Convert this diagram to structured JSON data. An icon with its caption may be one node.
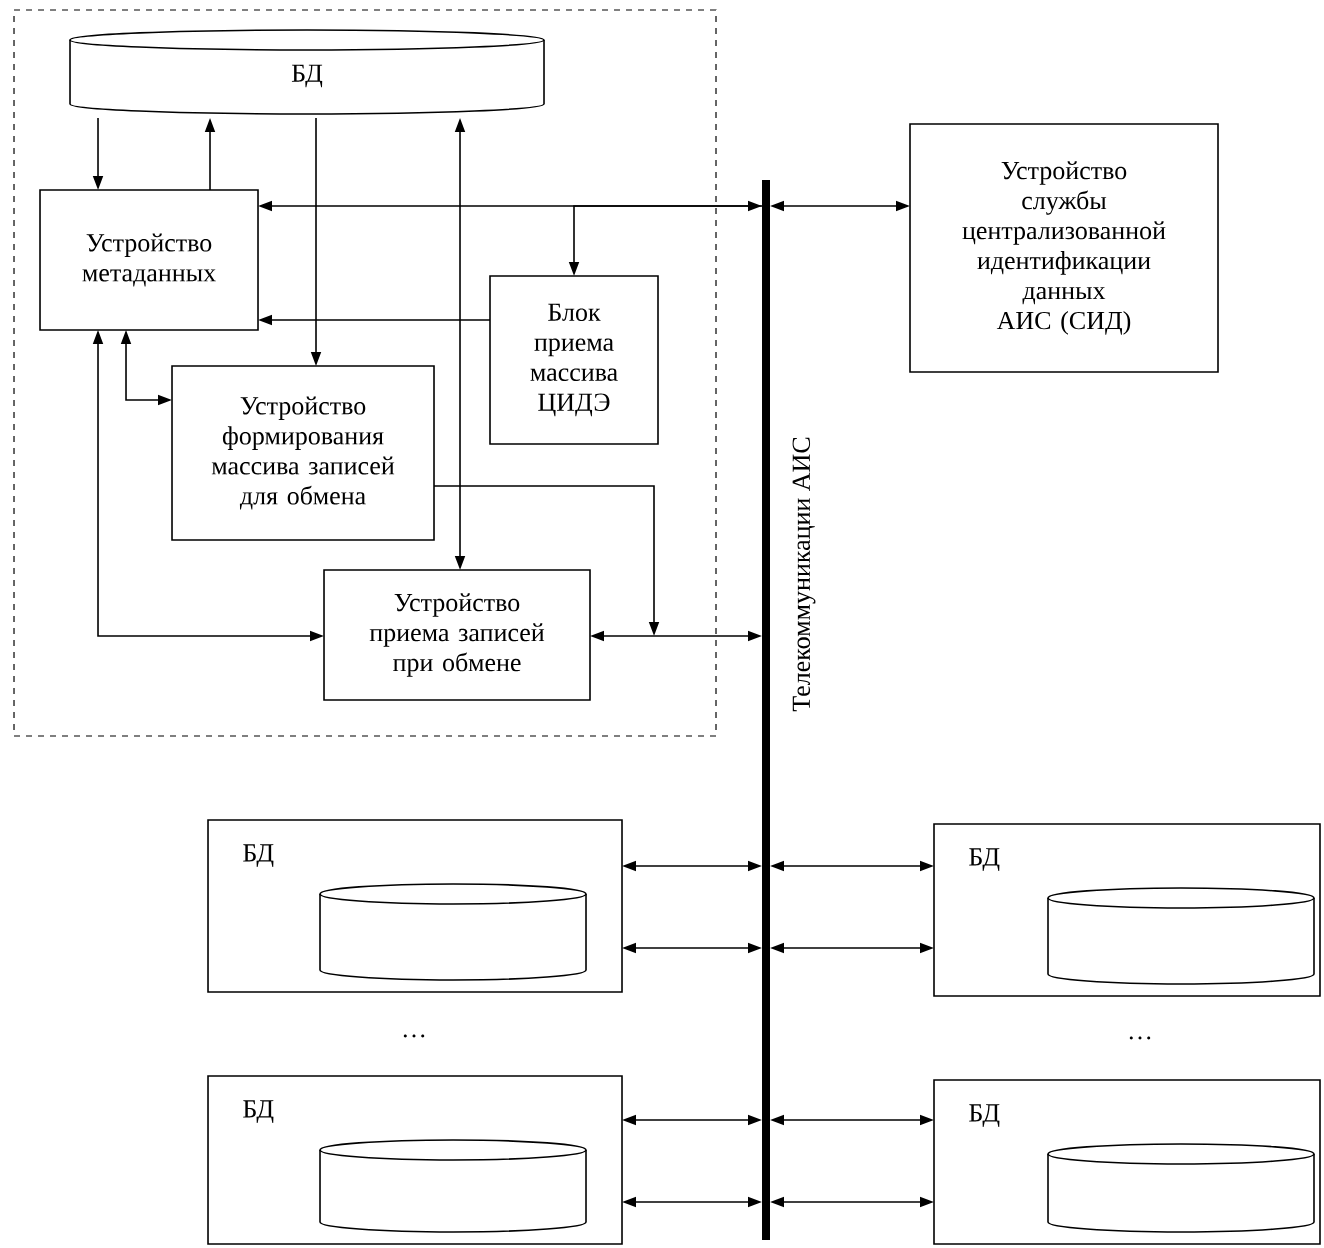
{
  "diagram": {
    "nodes": [
      {
        "text": [],
        "shape": "box"
      },
      {
        "text": [
          "БД"
        ],
        "in": 0
      },
      {
        "text": [
          "Устройство метаданных"
        ],
        "in": 0
      },
      {
        "text": [
          "Блок приема массива ЦИДЭ"
        ],
        "in": 0
      },
      {
        "text": [
          "Устройство формирования массива записей для обмена"
        ],
        "in": 0
      },
      {
        "text": [
          "Устройство приема записей при обмене"
        ],
        "in": 0
      },
      {
        "text": [
          "Телекоммуникации АИС"
        ]
      },
      {
        "text": [
          "Устройство службы централизованной идентификации данных АИС (СИД)"
        ]
      },
      {
        "text": [
          "БД"
        ]
      },
      {
        "text": [],
        "shape": "cylinder",
        "in": 8
      },
      {
        "text": [
          "БД"
        ]
      },
      {
        "text": [],
        "shape": "cylinder",
        "in": 10
      },
      {
        "text": [
          "БД"
        ]
      },
      {
        "text": [],
        "shape": "cylinder",
        "in": 12
      },
      {
        "text": [
          "БД"
        ]
      },
      {
        "text": [],
        "shape": "cylinder",
        "in": 14
      }
    ],
    "edges": [
      {
        "from": 1,
        "to": 2,
        "arrow": "to"
      },
      {
        "from": 2,
        "to": 1,
        "arrow": "to"
      },
      {
        "from": 1,
        "to": 4,
        "arrow": "to"
      },
      {
        "from": 1,
        "to": 5,
        "arrow": "both"
      },
      {
        "from": 6,
        "to": 2,
        "arrow": "both"
      },
      {
        "from": 6,
        "to": 3,
        "arrow": "to"
      },
      {
        "from": 3,
        "to": 2,
        "arrow": "to"
      },
      {
        "from": 2,
        "to": 5,
        "arrow": "both"
      },
      {
        "from": 2,
        "to": 4,
        "arrow": "both"
      },
      {
        "from": 4,
        "to": null,
        "arrow": "to"
      },
      {
        "from": 5,
        "to": 6,
        "arrow": "both"
      },
      {
        "from": 6,
        "to": 7,
        "arrow": "both"
      },
      {
        "from": 8,
        "to": 6,
        "arrow": "both"
      },
      {
        "from": 8,
        "to": 6,
        "arrow": "both"
      },
      {
        "from": 6,
        "to": 10,
        "arrow": "both"
      },
      {
        "from": 6,
        "to": 10,
        "arrow": "both"
      },
      {
        "from": 12,
        "to": 6,
        "arrow": "both"
      },
      {
        "from": 12,
        "to": 6,
        "arrow": "both"
      },
      {
        "from": 6,
        "to": 14,
        "arrow": "both"
      },
      {
        "from": 6,
        "to": 14,
        "arrow": "both"
      }
    ],
    "labels": [
      "…",
      "…"
    ]
  }
}
